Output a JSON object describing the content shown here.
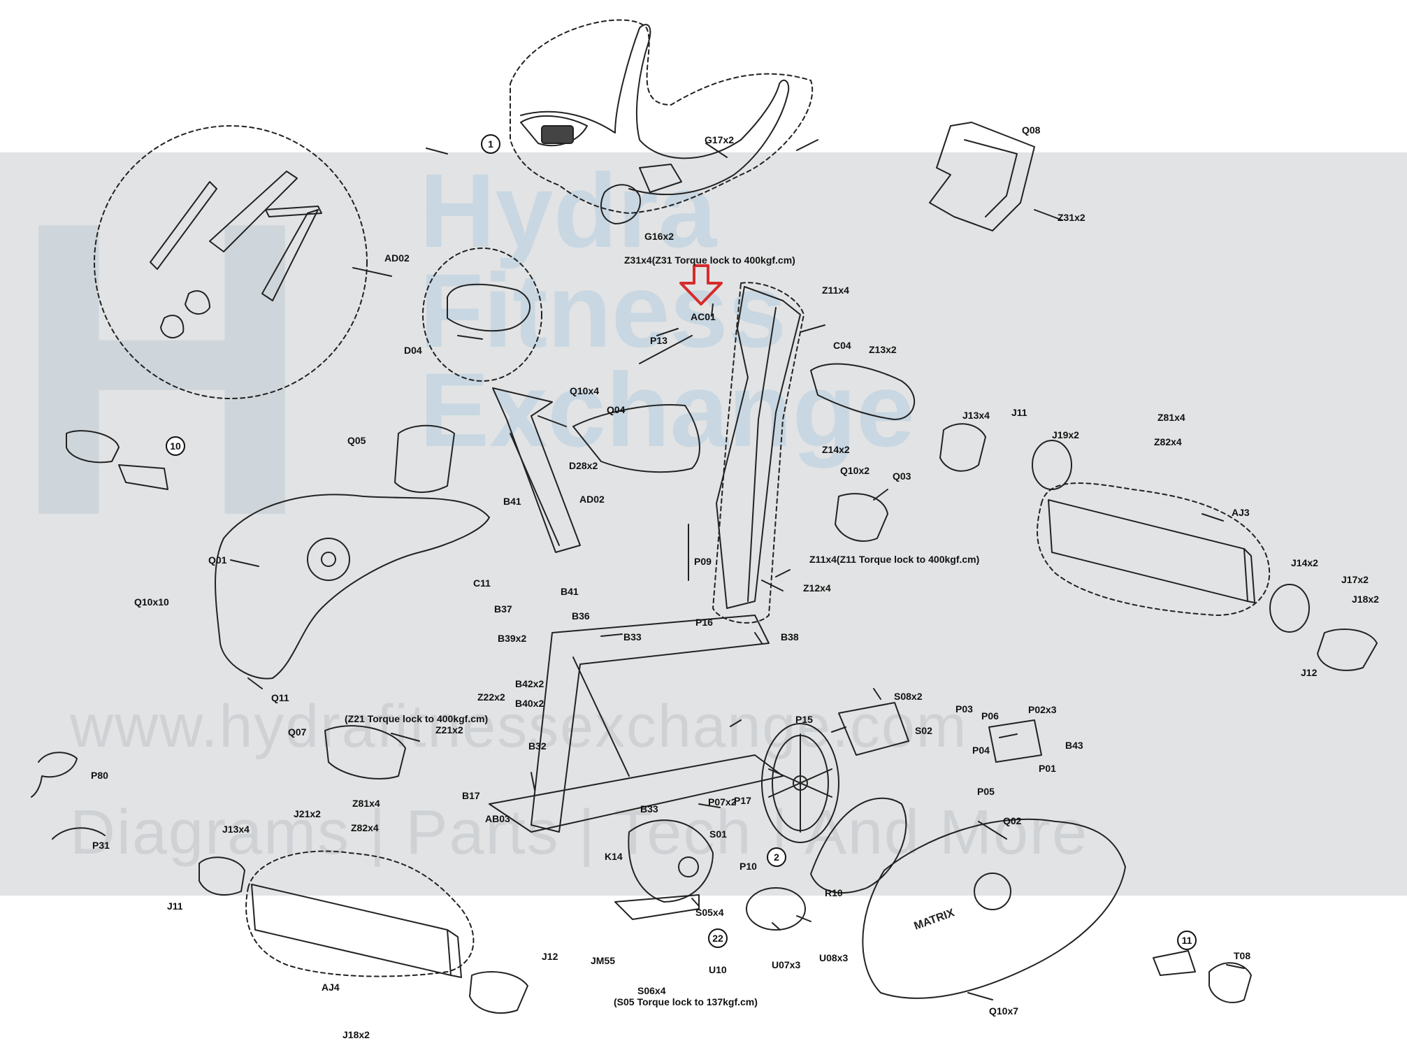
{
  "watermark": {
    "big_letter": "H",
    "words": [
      "Hydra",
      "Fitness",
      "Exchange"
    ],
    "url": "www.hydrafitnessexchange.com",
    "tagline": "Diagrams | Parts | Tech | And More"
  },
  "colors": {
    "highlight_arrow": "#d62b2b",
    "band": "#e2e3e4",
    "ink": "#111111"
  },
  "callouts": {
    "c1": "1",
    "c2": "2",
    "c10": "10",
    "c11": "11",
    "c22": "22"
  },
  "labels": {
    "G17x2": "G17x2",
    "G16x2": "G16x2",
    "Z31x4_note": "Z31x4(Z31 Torque lock to 400kgf.cm)",
    "Q08": "Q08",
    "Z31x2": "Z31x2",
    "AD02_a": "AD02",
    "AC01": "AC01",
    "Z11x4": "Z11x4",
    "P13": "P13",
    "D04": "D04",
    "C04": "C04",
    "Z13x2": "Z13x2",
    "Q10x4": "Q10x4",
    "Q04": "Q04",
    "J13x4_a": "J13x4",
    "J11_a": "J11",
    "Z81x4_a": "Z81x4",
    "Z82x4_a": "Z82x4",
    "J19x2": "J19x2",
    "Q05": "Q05",
    "D28x2": "D28x2",
    "Z14x2": "Z14x2",
    "Q10x2": "Q10x2",
    "Q03": "Q03",
    "AJ3": "AJ3",
    "AD02_b": "AD02",
    "B41_a": "B41",
    "Q01": "Q01",
    "Q10x10": "Q10x10",
    "C11": "C11",
    "P09": "P09",
    "Z11x4_note": "Z11x4(Z11 Torque lock to 400kgf.cm)",
    "J14x2": "J14x2",
    "J17x2": "J17x2",
    "J18x2_a": "J18x2",
    "Z12x4": "Z12x4",
    "B37": "B37",
    "B41_b": "B41",
    "B36": "B36",
    "B33_a": "B33",
    "P16": "P16",
    "B38": "B38",
    "B39x2": "B39x2",
    "J12_a": "J12",
    "Q11": "Q11",
    "B42x2": "B42x2",
    "B40x2": "B40x2",
    "S08x2": "S08x2",
    "Z22x2": "Z22x2",
    "Z21_note": "(Z21 Torque lock to 400kgf.cm)",
    "Q07": "Q07",
    "Z21x2": "Z21x2",
    "P15": "P15",
    "P03": "P03",
    "P06": "P06",
    "P02x3": "P02x3",
    "S02": "S02",
    "B43": "B43",
    "B32": "B32",
    "P04": "P04",
    "P01": "P01",
    "P80": "P80",
    "P05": "P05",
    "B17": "B17",
    "P07x2": "P07x2",
    "P17": "P17",
    "B33_b": "B33",
    "J21x2": "J21x2",
    "Z81x4_b": "Z81x4",
    "Q02": "Q02",
    "AB03": "AB03",
    "Z82x4_b": "Z82x4",
    "J13x4_b": "J13x4",
    "S01": "S01",
    "K14": "K14",
    "P10": "P10",
    "P31": "P31",
    "R10": "R10",
    "J11_b": "J11",
    "S05x4": "S05x4",
    "JM55": "JM55",
    "U07x3": "U07x3",
    "U08x3": "U08x3",
    "U10": "U10",
    "J12_b": "J12",
    "T08": "T08",
    "AJ4": "AJ4",
    "S06x4": "S06x4",
    "S05_note": "(S05 Torque lock to 137kgf.cm)",
    "Q10x7": "Q10x7",
    "J18x2_b": "J18x2",
    "brand": "MATRIX"
  }
}
